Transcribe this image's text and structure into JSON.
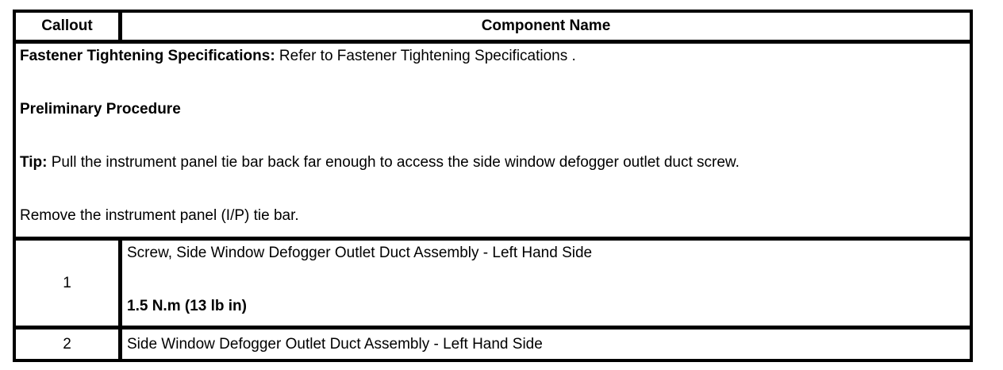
{
  "header": {
    "callout": "Callout",
    "component_name": "Component Name"
  },
  "preamble": {
    "fastener_bold": "Fastener Tightening Specifications:",
    "fastener_text": " Refer to Fastener Tightening Specifications .",
    "preliminary_heading": "Preliminary Procedure",
    "tip_bold": "Tip:",
    "tip_text": " Pull the instrument panel tie bar back far enough to access the side window defogger outlet duct screw.",
    "remove_step": "Remove the instrument panel (I/P) tie bar."
  },
  "rows": [
    {
      "callout": "1",
      "component": "Screw, Side Window Defogger Outlet Duct Assembly - Left Hand Side",
      "torque": "1.5 N.m (13 lb in)"
    },
    {
      "callout": "2",
      "component": "Side Window Defogger Outlet Duct Assembly - Left Hand Side"
    }
  ],
  "colors": {
    "border": "#000000",
    "background": "#ffffff",
    "text": "#000000"
  }
}
